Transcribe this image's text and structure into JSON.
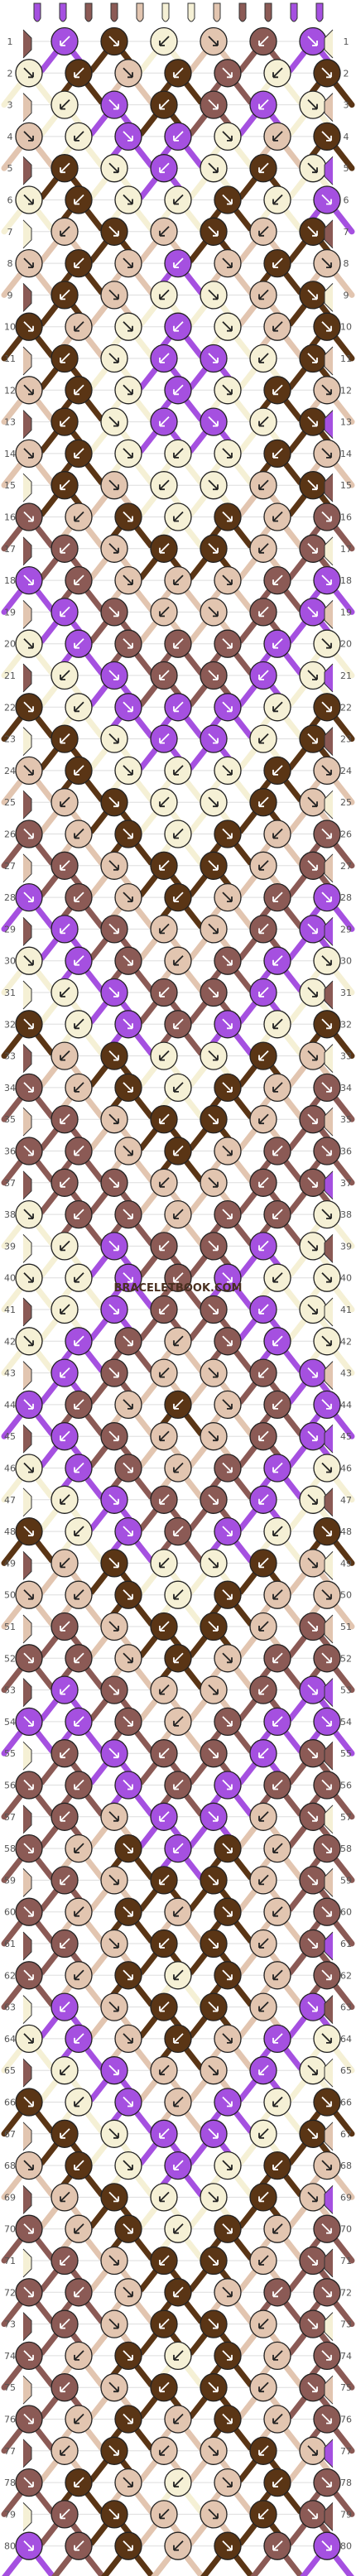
{
  "watermark": "BRACELETBOOK.COM",
  "row_count": 80,
  "palette": {
    "A": "#a550e0",
    "B": "#8b5a55",
    "C": "#f5f0d5",
    "D": "#e2c5b0",
    "E": "#5a3515"
  },
  "knot_colors": {
    "1": [
      "A",
      "E",
      "C",
      "D",
      "B",
      "A"
    ],
    "2": [
      "C",
      "E",
      "D",
      "E",
      "B",
      "C",
      "E"
    ],
    "3": [
      "C",
      "A",
      "E",
      "B",
      "A",
      "C"
    ],
    "4": [
      "D",
      "C",
      "A",
      "A",
      "C",
      "D",
      "E"
    ],
    "5": [
      "E",
      "C",
      "A",
      "C",
      "E",
      "C"
    ],
    "6": [
      "C",
      "E",
      "C",
      "C",
      "E",
      "C",
      "A"
    ],
    "7": [
      "D",
      "E",
      "D",
      "E",
      "D",
      "E"
    ],
    "8": [
      "D",
      "E",
      "D",
      "A",
      "D",
      "E",
      "D"
    ],
    "9": [
      "E",
      "D",
      "C",
      "C",
      "D",
      "E"
    ],
    "10": [
      "E",
      "D",
      "C",
      "A",
      "C",
      "D",
      "E"
    ],
    "11": [
      "E",
      "C",
      "A",
      "A",
      "C",
      "E"
    ],
    "12": [
      "D",
      "E",
      "C",
      "A",
      "C",
      "E",
      "D"
    ],
    "13": [
      "E",
      "C",
      "A",
      "A",
      "C",
      "E"
    ],
    "14": [
      "D",
      "E",
      "C",
      "C",
      "C",
      "E",
      "D"
    ],
    "15": [
      "E",
      "D",
      "C",
      "C",
      "D",
      "E"
    ],
    "16": [
      "B",
      "D",
      "E",
      "C",
      "E",
      "D",
      "B"
    ],
    "17": [
      "B",
      "D",
      "E",
      "E",
      "D",
      "B"
    ],
    "18": [
      "A",
      "B",
      "D",
      "D",
      "D",
      "B",
      "A"
    ],
    "19": [
      "A",
      "B",
      "D",
      "D",
      "B",
      "A"
    ],
    "20": [
      "C",
      "A",
      "B",
      "B",
      "B",
      "A",
      "C"
    ],
    "21": [
      "C",
      "A",
      "B",
      "B",
      "A",
      "C"
    ],
    "22": [
      "E",
      "C",
      "A",
      "A",
      "A",
      "C",
      "E"
    ],
    "23": [
      "E",
      "C",
      "A",
      "A",
      "C",
      "E"
    ],
    "24": [
      "D",
      "E",
      "C",
      "C",
      "C",
      "E",
      "D"
    ],
    "25": [
      "D",
      "E",
      "C",
      "C",
      "E",
      "D"
    ],
    "26": [
      "B",
      "D",
      "E",
      "C",
      "E",
      "D",
      "B"
    ],
    "27": [
      "B",
      "D",
      "E",
      "E",
      "D",
      "B"
    ],
    "28": [
      "A",
      "B",
      "D",
      "E",
      "D",
      "B",
      "A"
    ],
    "29": [
      "A",
      "B",
      "D",
      "D",
      "B",
      "A"
    ],
    "30": [
      "C",
      "A",
      "B",
      "D",
      "B",
      "A",
      "C"
    ],
    "31": [
      "C",
      "A",
      "B",
      "B",
      "A",
      "C"
    ],
    "32": [
      "E",
      "C",
      "A",
      "B",
      "A",
      "C",
      "E"
    ],
    "33": [
      "D",
      "E",
      "C",
      "C",
      "E",
      "D"
    ],
    "34": [
      "B",
      "D",
      "E",
      "C",
      "E",
      "D",
      "B"
    ],
    "35": [
      "B",
      "D",
      "E",
      "E",
      "D",
      "B"
    ],
    "36": [
      "B",
      "B",
      "D",
      "E",
      "D",
      "B",
      "B"
    ],
    "37": [
      "B",
      "B",
      "D",
      "D",
      "B",
      "B"
    ],
    "38": [
      "C",
      "B",
      "B",
      "D",
      "B",
      "B",
      "C"
    ],
    "39": [
      "C",
      "A",
      "B",
      "B",
      "A",
      "C"
    ],
    "40": [
      "C",
      "C",
      "A",
      "B",
      "A",
      "C",
      "C"
    ],
    "41": [
      "C",
      "A",
      "B",
      "B",
      "A",
      "C"
    ],
    "42": [
      "C",
      "A",
      "B",
      "D",
      "B",
      "A",
      "C"
    ],
    "43": [
      "A",
      "B",
      "D",
      "D",
      "B",
      "A"
    ],
    "44": [
      "A",
      "B",
      "D",
      "E",
      "D",
      "B",
      "A"
    ],
    "45": [
      "A",
      "B",
      "D",
      "D",
      "B",
      "A"
    ],
    "46": [
      "C",
      "A",
      "B",
      "D",
      "B",
      "A",
      "C"
    ],
    "47": [
      "C",
      "A",
      "B",
      "B",
      "A",
      "C"
    ],
    "48": [
      "E",
      "C",
      "A",
      "B",
      "A",
      "C",
      "E"
    ],
    "49": [
      "D",
      "E",
      "C",
      "C",
      "E",
      "D"
    ],
    "50": [
      "D",
      "D",
      "E",
      "C",
      "E",
      "D",
      "D"
    ],
    "51": [
      "B",
      "D",
      "E",
      "E",
      "D",
      "B"
    ],
    "52": [
      "B",
      "B",
      "D",
      "E",
      "D",
      "B",
      "B"
    ],
    "53": [
      "A",
      "B",
      "D",
      "D",
      "B",
      "A"
    ],
    "54": [
      "A",
      "A",
      "B",
      "D",
      "B",
      "A",
      "A"
    ],
    "55": [
      "B",
      "A",
      "B",
      "B",
      "A",
      "B"
    ],
    "56": [
      "B",
      "B",
      "A",
      "B",
      "A",
      "B",
      "B"
    ],
    "57": [
      "B",
      "D",
      "A",
      "A",
      "D",
      "B"
    ],
    "58": [
      "B",
      "D",
      "E",
      "A",
      "E",
      "D",
      "B"
    ],
    "59": [
      "B",
      "D",
      "E",
      "E",
      "D",
      "B"
    ],
    "60": [
      "B",
      "D",
      "E",
      "D",
      "E",
      "D",
      "B"
    ],
    "61": [
      "B",
      "D",
      "E",
      "E",
      "D",
      "B"
    ],
    "62": [
      "B",
      "D",
      "E",
      "C",
      "E",
      "D",
      "B"
    ],
    "63": [
      "A",
      "D",
      "E",
      "E",
      "D",
      "A"
    ],
    "64": [
      "C",
      "A",
      "D",
      "E",
      "D",
      "A",
      "C"
    ],
    "65": [
      "C",
      "A",
      "D",
      "D",
      "A",
      "C"
    ],
    "66": [
      "E",
      "C",
      "A",
      "D",
      "A",
      "C",
      "E"
    ],
    "67": [
      "E",
      "C",
      "A",
      "A",
      "C",
      "E"
    ],
    "68": [
      "D",
      "E",
      "C",
      "A",
      "C",
      "E",
      "D"
    ],
    "69": [
      "D",
      "E",
      "C",
      "C",
      "E",
      "D"
    ],
    "70": [
      "B",
      "D",
      "E",
      "C",
      "E",
      "D",
      "B"
    ],
    "71": [
      "B",
      "D",
      "E",
      "E",
      "D",
      "B"
    ],
    "72": [
      "B",
      "B",
      "D",
      "E",
      "D",
      "B",
      "B"
    ],
    "73": [
      "B",
      "D",
      "E",
      "E",
      "D",
      "B"
    ],
    "74": [
      "B",
      "D",
      "E",
      "C",
      "E",
      "D",
      "B"
    ],
    "75": [
      "B",
      "D",
      "E",
      "E",
      "D",
      "B"
    ],
    "76": [
      "B",
      "D",
      "E",
      "D",
      "E",
      "D",
      "B"
    ],
    "77": [
      "D",
      "E",
      "D",
      "D",
      "E",
      "D"
    ],
    "78": [
      "B",
      "E",
      "D",
      "C",
      "D",
      "E",
      "B"
    ],
    "79": [
      "B",
      "E",
      "D",
      "D",
      "E",
      "B"
    ],
    "80": [
      "A",
      "B",
      "E",
      "D",
      "E",
      "B",
      "A"
    ]
  },
  "edge_colors_left": [
    "A",
    "B",
    "C",
    "D",
    "E",
    "B",
    "A",
    "C"
  ],
  "edge_colors_right": [
    "A",
    "C",
    "E",
    "D",
    "B",
    "A",
    "C",
    "B"
  ],
  "string_tops": [
    "A",
    "A",
    "B",
    "B",
    "D",
    "C",
    "C",
    "D",
    "B",
    "B",
    "A",
    "A"
  ]
}
